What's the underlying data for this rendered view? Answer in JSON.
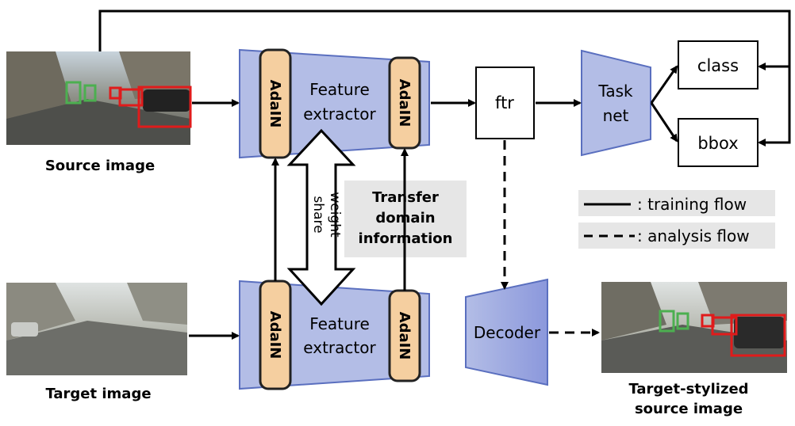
{
  "labels": {
    "source_image": "Source image",
    "target_image": "Target image",
    "target_stylized_line1": "Target-stylized",
    "target_stylized_line2": "source image",
    "feature_extractor_line1": "Feature",
    "feature_extractor_line2": "extractor",
    "adain": "AdaIN",
    "weight_share_line1": "weight",
    "weight_share_line2": "share",
    "transfer_line1": "Transfer",
    "transfer_line2": "domain",
    "transfer_line3": "information",
    "ftr": "ftr",
    "task_net_line1": "Task",
    "task_net_line2": "net",
    "class": "class",
    "bbox": "bbox",
    "decoder": "Decoder"
  },
  "legend": {
    "training": ": training flow",
    "analysis": ": analysis flow"
  },
  "colors": {
    "trapezoid_fill": "#b3bde6",
    "trapezoid_stroke": "#5a6fbf",
    "adain_fill": "#f5cfa0",
    "adain_stroke": "#222222",
    "gray_box": "#e6e6e6",
    "detection_red": "#e01b1b",
    "detection_green": "#4caf50"
  }
}
